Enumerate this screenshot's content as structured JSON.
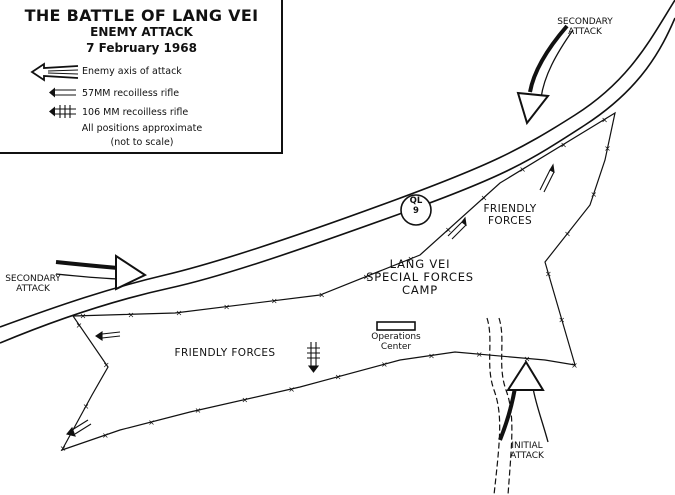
{
  "legend": {
    "title": "THE BATTLE OF LANG VEI",
    "subtitle": "ENEMY ATTACK",
    "date": "7 February 1968",
    "items": [
      {
        "label": "Enemy axis of attack"
      },
      {
        "label": "57MM recoilless rifle"
      },
      {
        "label": "106 MM recoilless rifle"
      }
    ],
    "note_line1": "All positions approximate",
    "note_line2": "(not to scale)"
  },
  "route_marker": {
    "line1": "QL",
    "line2": "9"
  },
  "labels": {
    "secondary_attack_ne": [
      "SECONDARY",
      "ATTACK"
    ],
    "secondary_attack_w": [
      "SECONDARY",
      "ATTACK"
    ],
    "initial_attack": [
      "INITIAL",
      "ATTACK"
    ],
    "friendly_forces_ne": [
      "FRIENDLY",
      "FORCES"
    ],
    "friendly_forces_w": "FRIENDLY FORCES",
    "camp": [
      "LANG VEI",
      "SPECIAL FORCES",
      "CAMP"
    ],
    "operations_center": [
      "Operations",
      "Center"
    ]
  }
}
